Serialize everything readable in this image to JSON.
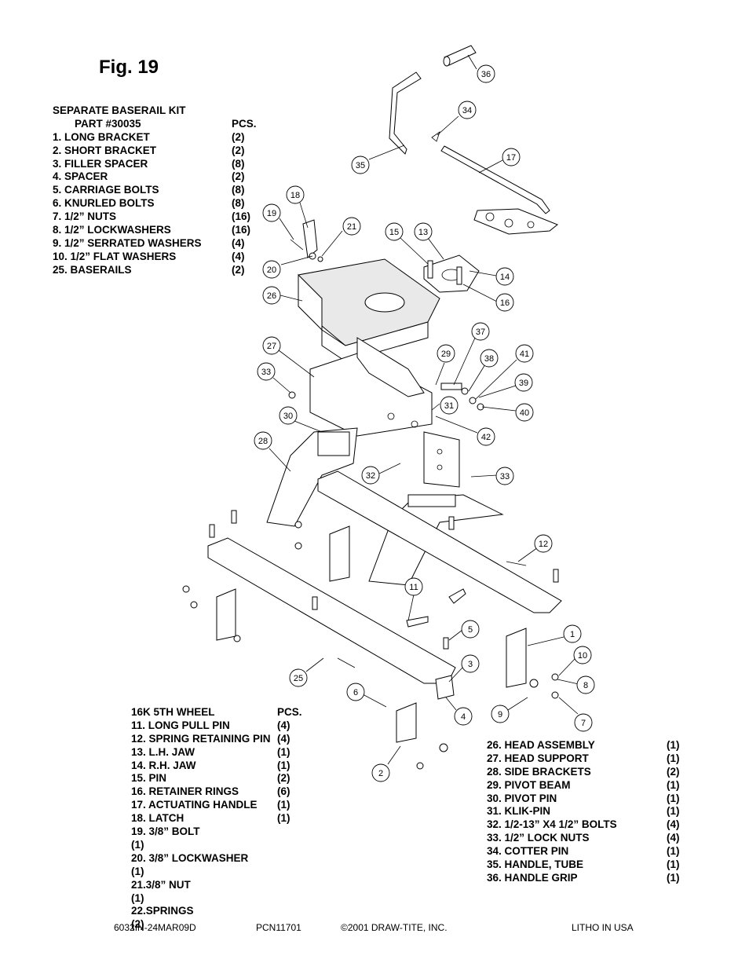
{
  "figure_title": "Fig. 19",
  "kit": {
    "title": "SEPARATE BASERAIL KIT",
    "part": "PART #30035",
    "pcs_header": "PCS.",
    "items": [
      {
        "label": "1. LONG BRACKET",
        "qty": "(2)"
      },
      {
        "label": "2. SHORT BRACKET",
        "qty": "(2)"
      },
      {
        "label": "3. FILLER SPACER",
        "qty": "(8)"
      },
      {
        "label": "4. SPACER",
        "qty": "(2)"
      },
      {
        "label": "5. CARRIAGE BOLTS",
        "qty": "(8)"
      },
      {
        "label": "6. KNURLED BOLTS",
        "qty": "(8)"
      },
      {
        "label": "7. 1/2” NUTS",
        "qty": "(16)"
      },
      {
        "label": "8. 1/2” LOCKWASHERS",
        "qty": "(16)"
      },
      {
        "label": "9. 1/2” SERRATED WASHERS",
        "qty": "(4)"
      },
      {
        "label": "10. 1/2” FLAT WASHERS",
        "qty": "(4)"
      },
      {
        "label": "25. BASERAILS",
        "qty": "(2)"
      }
    ]
  },
  "wheel": {
    "title": "16K 5TH WHEEL",
    "pcs_header": "PCS.",
    "items": [
      {
        "label": "11. LONG PULL PIN",
        "qty": "(4)"
      },
      {
        "label": "12. SPRING RETAINING PIN",
        "qty": "(4)"
      },
      {
        "label": "13. L.H. JAW",
        "qty": "(1)"
      },
      {
        "label": "14. R.H. JAW",
        "qty": "(1)"
      },
      {
        "label": "15. PIN",
        "qty": "(2)"
      },
      {
        "label": "16. RETAINER RINGS",
        "qty": "(6)"
      },
      {
        "label": "17. ACTUATING HANDLE",
        "qty": "(1)"
      },
      {
        "label": "18. LATCH",
        "qty": "(1)"
      }
    ],
    "wrapped_items": [
      {
        "label": "19. 3/8” BOLT",
        "qty": "(1)"
      },
      {
        "label": "20. 3/8” LOCKWASHER",
        "qty": "(1)"
      },
      {
        "label": "21.3/8” NUT",
        "qty": "(1)"
      },
      {
        "label": "22.SPRINGS",
        "qty": "(2)"
      }
    ]
  },
  "head": {
    "items": [
      {
        "label": "26. HEAD ASSEMBLY",
        "qty": "(1)"
      },
      {
        "label": "27. HEAD SUPPORT",
        "qty": "(1)"
      },
      {
        "label": "28. SIDE BRACKETS",
        "qty": "(2)"
      },
      {
        "label": "29. PIVOT BEAM",
        "qty": "(1)"
      },
      {
        "label": "30. PIVOT PIN",
        "qty": "(1)"
      },
      {
        "label": "31. KLIK-PIN",
        "qty": "(1)"
      },
      {
        "label": "32. 1/2-13” X4 1/2” BOLTS",
        "qty": "(4)"
      },
      {
        "label": "33. 1/2” LOCK NUTS",
        "qty": "(4)"
      },
      {
        "label": "34. COTTER PIN",
        "qty": "(1)"
      },
      {
        "label": "35. HANDLE, TUBE",
        "qty": "(1)"
      },
      {
        "label": "36. HANDLE GRIP",
        "qty": "(1)"
      }
    ]
  },
  "callout_numbers": [
    "36",
    "34",
    "17",
    "35",
    "18",
    "19",
    "21",
    "15",
    "13",
    "20",
    "14",
    "26",
    "16",
    "37",
    "27",
    "29",
    "38",
    "41",
    "33",
    "39",
    "31",
    "40",
    "30",
    "42",
    "28",
    "32",
    "33",
    "12",
    "11",
    "5",
    "1",
    "10",
    "3",
    "25",
    "8",
    "6",
    "9",
    "7",
    "4",
    "2"
  ],
  "footer": {
    "doc": "6032IN-24MAR09D",
    "pcn": "PCN11701",
    "copyright": "©2001 DRAW-TITE, INC.",
    "litho": "LITHO IN USA"
  }
}
